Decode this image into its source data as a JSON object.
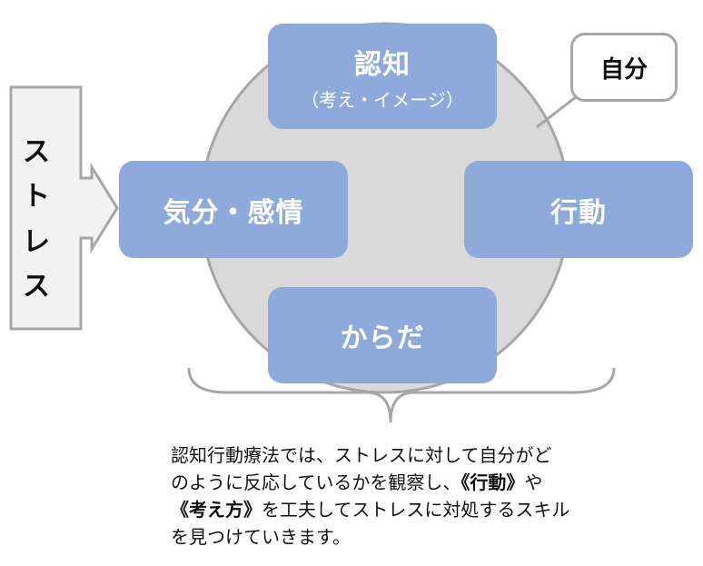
{
  "nodes": {
    "cognition": {
      "label": "認知",
      "sublabel": "（考え・イメージ）"
    },
    "emotion": {
      "label": "気分・感情"
    },
    "action": {
      "label": "行動"
    },
    "body": {
      "label": "からだ"
    }
  },
  "self": {
    "label": "自分"
  },
  "stress": {
    "chars": [
      "ス",
      "ト",
      "レ",
      "ス"
    ]
  },
  "caption": {
    "line1": "認知行動療法では、ストレスに対して自分がど",
    "line2_a": "のように反応しているかを観察し、",
    "line2_b": "《行動》",
    "line2_c": "や",
    "line3_a": "《考え方》",
    "line3_b": "を工夫してストレスに対処するスキル",
    "line4": "を見つけていきます。"
  },
  "colors": {
    "box_fill": "#8eaadb",
    "circle_fill": "#d9d9d9",
    "outline": "#a6a6a6",
    "stress_fill": "#f2f2f2"
  }
}
